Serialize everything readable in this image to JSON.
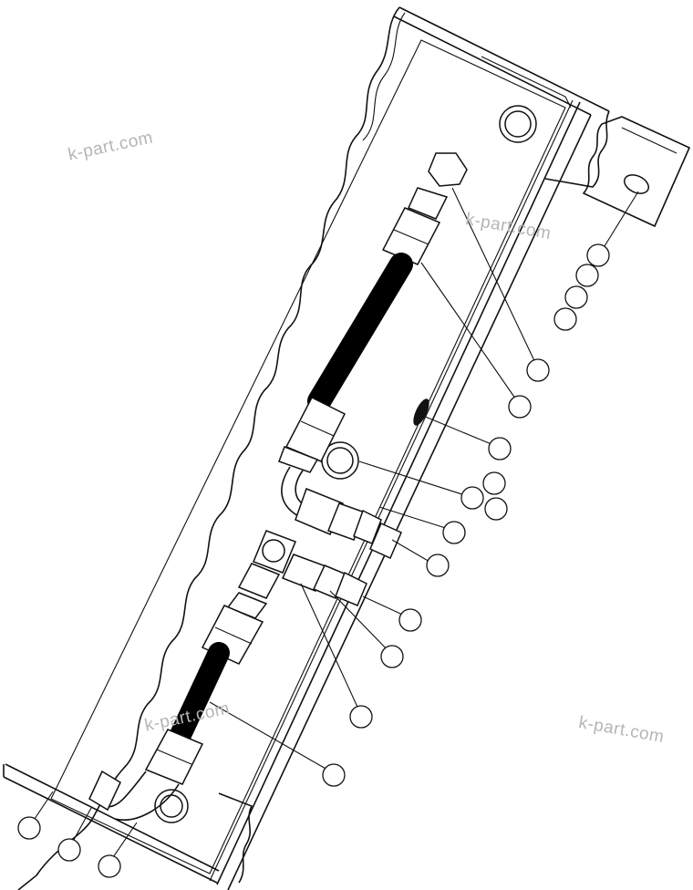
{
  "watermarks": [
    "k-part.com",
    "k-part.com",
    "k-part.com",
    "k-part.com"
  ],
  "colors": {
    "line": "#111111",
    "hose": "#000000",
    "watermark": "#b5b5b5",
    "background": "#ffffff"
  },
  "callout_labels": [
    "",
    "",
    "",
    "",
    "",
    "",
    "",
    "",
    "",
    "",
    "",
    "",
    "",
    "",
    "",
    "",
    "",
    "",
    "",
    "",
    "",
    "",
    ""
  ]
}
